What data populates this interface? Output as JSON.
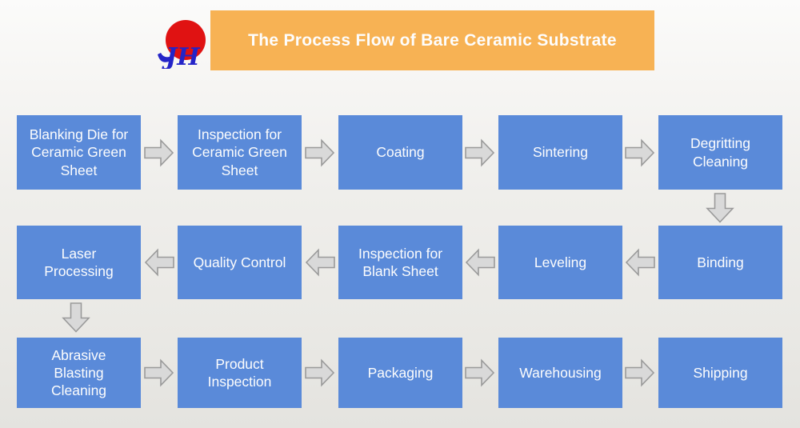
{
  "header": {
    "logo": {
      "text": "JH"
    },
    "title": "The Process Flow of Bare Ceramic Substrate"
  },
  "theme": {
    "banner_orange": "#F7B254",
    "box_blue": "#5A8AD9",
    "arrow_fill": "#D9D9D9",
    "arrow_stroke": "#9A9A9A",
    "logo_red": "#E01212",
    "logo_blue": "#2424C8",
    "text_white": "#FDFDFD",
    "bg_top": "#FBFBFA",
    "bg_bottom": "#E4E3DF"
  },
  "flow": {
    "rows": [
      {
        "arrow_direction": "right",
        "boxes": [
          {
            "label": "Blanking Die for\nCeramic Green\nSheet"
          },
          {
            "label": "Inspection for\nCeramic Green\nSheet"
          },
          {
            "label": "Coating"
          },
          {
            "label": "Sintering"
          },
          {
            "label": "Degritting\nCleaning"
          }
        ]
      },
      {
        "arrow_direction": "left",
        "boxes": [
          {
            "label": "Laser\nProcessing"
          },
          {
            "label": "Quality Control"
          },
          {
            "label": "Inspection for\nBlank Sheet"
          },
          {
            "label": "Leveling"
          },
          {
            "label": "Binding"
          }
        ]
      },
      {
        "arrow_direction": "right",
        "boxes": [
          {
            "label": "Abrasive\nBlasting\nCleaning"
          },
          {
            "label": "Product\nInspection"
          },
          {
            "label": "Packaging"
          },
          {
            "label": "Warehousing"
          },
          {
            "label": "Shipping"
          }
        ]
      }
    ],
    "connectors": [
      {
        "from": "Degritting Cleaning",
        "to": "Binding",
        "direction": "down"
      },
      {
        "from": "Laser Processing",
        "to": "Abrasive Blasting Cleaning",
        "direction": "down"
      }
    ]
  }
}
